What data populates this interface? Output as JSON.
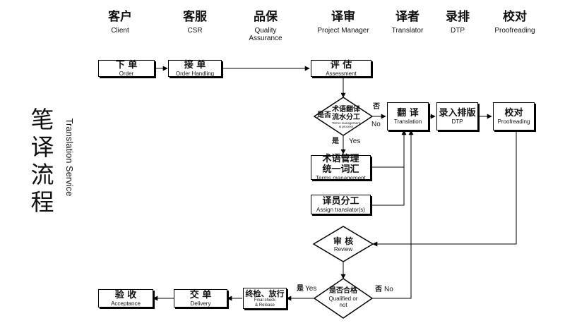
{
  "columns": [
    {
      "zh": "客户",
      "en": "Client"
    },
    {
      "zh": "客服",
      "en": "CSR"
    },
    {
      "zh": "品保",
      "en": "Quality Assurance"
    },
    {
      "zh": "译审",
      "en": "Project Manager"
    },
    {
      "zh": "译者",
      "en": "Translator"
    },
    {
      "zh": "录排",
      "en": "DTP"
    },
    {
      "zh": "校对",
      "en": "Proofreading"
    }
  ],
  "title": {
    "zh": "笔译流程",
    "en": "Translation Service"
  },
  "nodes": {
    "order": {
      "zh": "下 单",
      "en": "Order"
    },
    "order_handling": {
      "zh": "接 单",
      "en": "Order Handling"
    },
    "assessment": {
      "zh": "评 估",
      "en": "Assessment"
    },
    "terms_decision": {
      "zh_line1": "术语翻译",
      "zh_line2": "流水分工",
      "zh_side": "是否",
      "en": "Terms management & process"
    },
    "translation": {
      "zh": "翻 译",
      "en": "Translation"
    },
    "dtp": {
      "zh": "录入排版",
      "en": "DTP"
    },
    "proofreading": {
      "zh": "校对",
      "en": "Proofreading"
    },
    "terms_management": {
      "zh_line1": "术语管理",
      "zh_line2": "统一词汇",
      "en": "Terms management"
    },
    "assign": {
      "zh": "译员分工",
      "en": "Assign translator(s)"
    },
    "review": {
      "zh": "审 核",
      "en": "Review"
    },
    "qualified": {
      "zh": "是否合格",
      "en_line1": "Qualified or",
      "en_line2": "not"
    },
    "final_check": {
      "zh": "终检、放行",
      "en_line1": "Final check",
      "en_line2": "& Release"
    },
    "delivery": {
      "zh": "交 单",
      "en": "Delivery"
    },
    "acceptance": {
      "zh": "验 收",
      "en": "Acceptance"
    }
  },
  "edge_labels": {
    "no_zh": "否",
    "no_en": "No",
    "yes_zh": "是",
    "yes_en": "Yes"
  }
}
